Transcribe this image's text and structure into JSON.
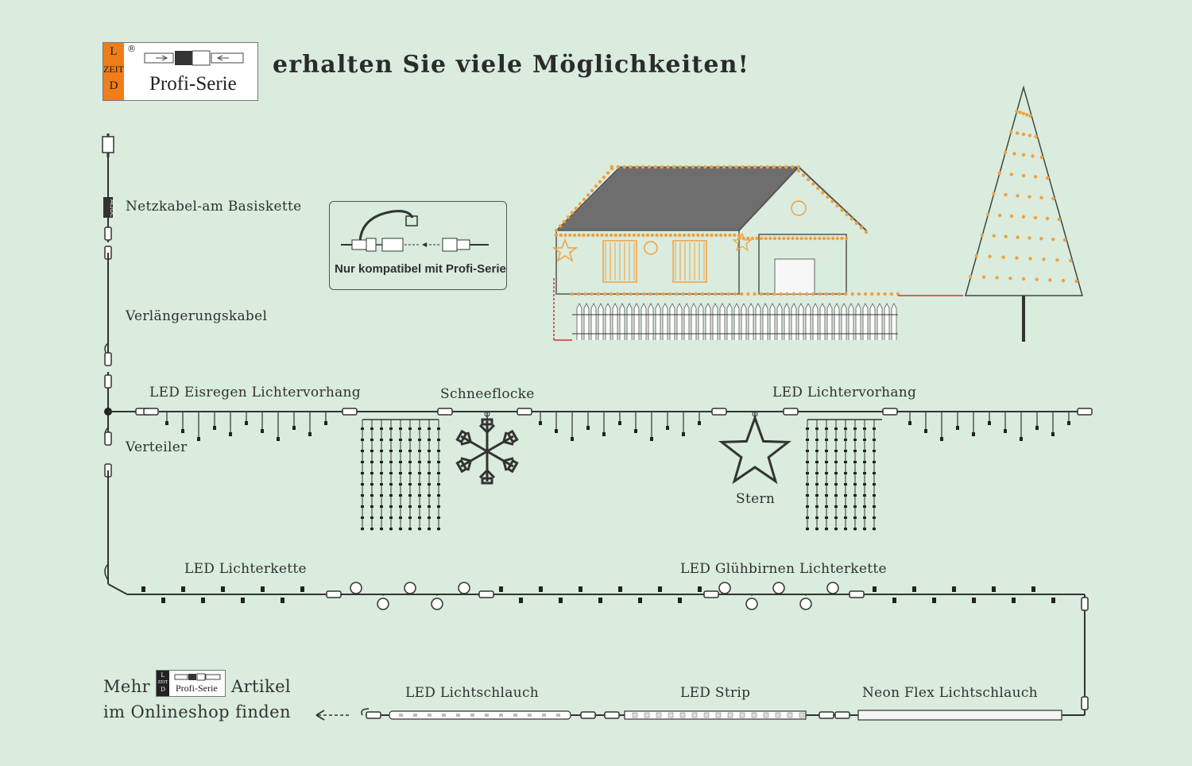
{
  "title": "erhalten Sie viele Möglichkeiten!",
  "logo": {
    "brand_l": "L",
    "brand_zeit": "ZEIT",
    "brand_d": "D",
    "reg": "®",
    "series": "Profi-Serie"
  },
  "labels": {
    "netzkabel": "Netzkabel-am Basiskette",
    "verlaengerung": "Verlängerungskabel",
    "verteiler": "Verteiler",
    "eisregen": "LED Eisregen Lichtervorhang",
    "schneeflocke": "Schneeflocke",
    "lichtervorhang": "LED Lichtervorhang",
    "stern": "Stern",
    "lichterkette": "LED Lichterkette",
    "gluehbirnen": "LED Glühbirnen Lichterkette",
    "lichtschlauch": "LED Lichtschlauch",
    "strip": "LED Strip",
    "neonflex": "Neon Flex Lichtschlauch",
    "compat": "Nur kompatibel mit Profi-Serie",
    "adapter": "AC/DC"
  },
  "footer": {
    "mehr": "Mehr",
    "artikel": "Artikel",
    "shop": "im Onlineshop finden"
  },
  "colors": {
    "background": "#d9ecdd",
    "lights": "#f0a040",
    "logo_tag": "#ef7d1a",
    "roof": "#6e6e6e",
    "line": "#333333",
    "power_red": "#d83030"
  }
}
